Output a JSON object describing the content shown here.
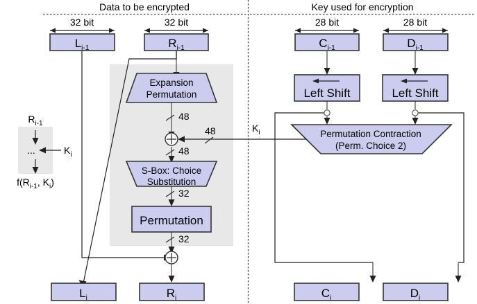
{
  "headers": {
    "left": "Data to be encrypted",
    "right": "Key used for encryption"
  },
  "bit_labels": {
    "l_prev": "32 bit",
    "r_prev": "32 bit",
    "c_prev": "28 bit",
    "d_prev": "28 bit"
  },
  "registers": {
    "l_prev": {
      "base": "L",
      "sub": "i-1"
    },
    "r_prev": {
      "base": "R",
      "sub": "i-1"
    },
    "c_prev": {
      "base": "C",
      "sub": "i-1"
    },
    "d_prev": {
      "base": "D",
      "sub": "i-1"
    },
    "l_next": {
      "base": "L",
      "sub": "i"
    },
    "r_next": {
      "base": "R",
      "sub": "i"
    },
    "c_next": {
      "base": "C",
      "sub": "i"
    },
    "d_next": {
      "base": "D",
      "sub": "i"
    }
  },
  "blocks": {
    "expansion": {
      "line1": "Expansion",
      "line2": "Permutation"
    },
    "sbox": {
      "line1": "S-Box: Choice",
      "line2": "Substitution"
    },
    "permutation": {
      "label": "Permutation"
    },
    "left_shift_c": {
      "label": "Left Shift"
    },
    "left_shift_d": {
      "label": "Left Shift"
    },
    "perm_contraction": {
      "line1": "Permutation Contraction",
      "line2": "(Perm. Choice 2)"
    }
  },
  "widths": {
    "expansion_out": "48",
    "key_in": "48",
    "xor_out": "48",
    "sbox_out": "32",
    "perm_out": "32"
  },
  "key_label": {
    "base": "K",
    "sub": "i"
  },
  "inset": {
    "input": {
      "base": "R",
      "sub": "i-1"
    },
    "key": {
      "base": "K",
      "sub": "i"
    },
    "dots": "...",
    "output_prefix": "f(R",
    "output_sub1": "i-1",
    "output_mid": ", K",
    "output_sub2": "i",
    "output_suffix": ")"
  },
  "colors": {
    "box_fill": "#ccccee",
    "box_stroke": "#333333",
    "shade": "#e8e8e8",
    "wire": "#555555",
    "background": "#ffffff"
  }
}
